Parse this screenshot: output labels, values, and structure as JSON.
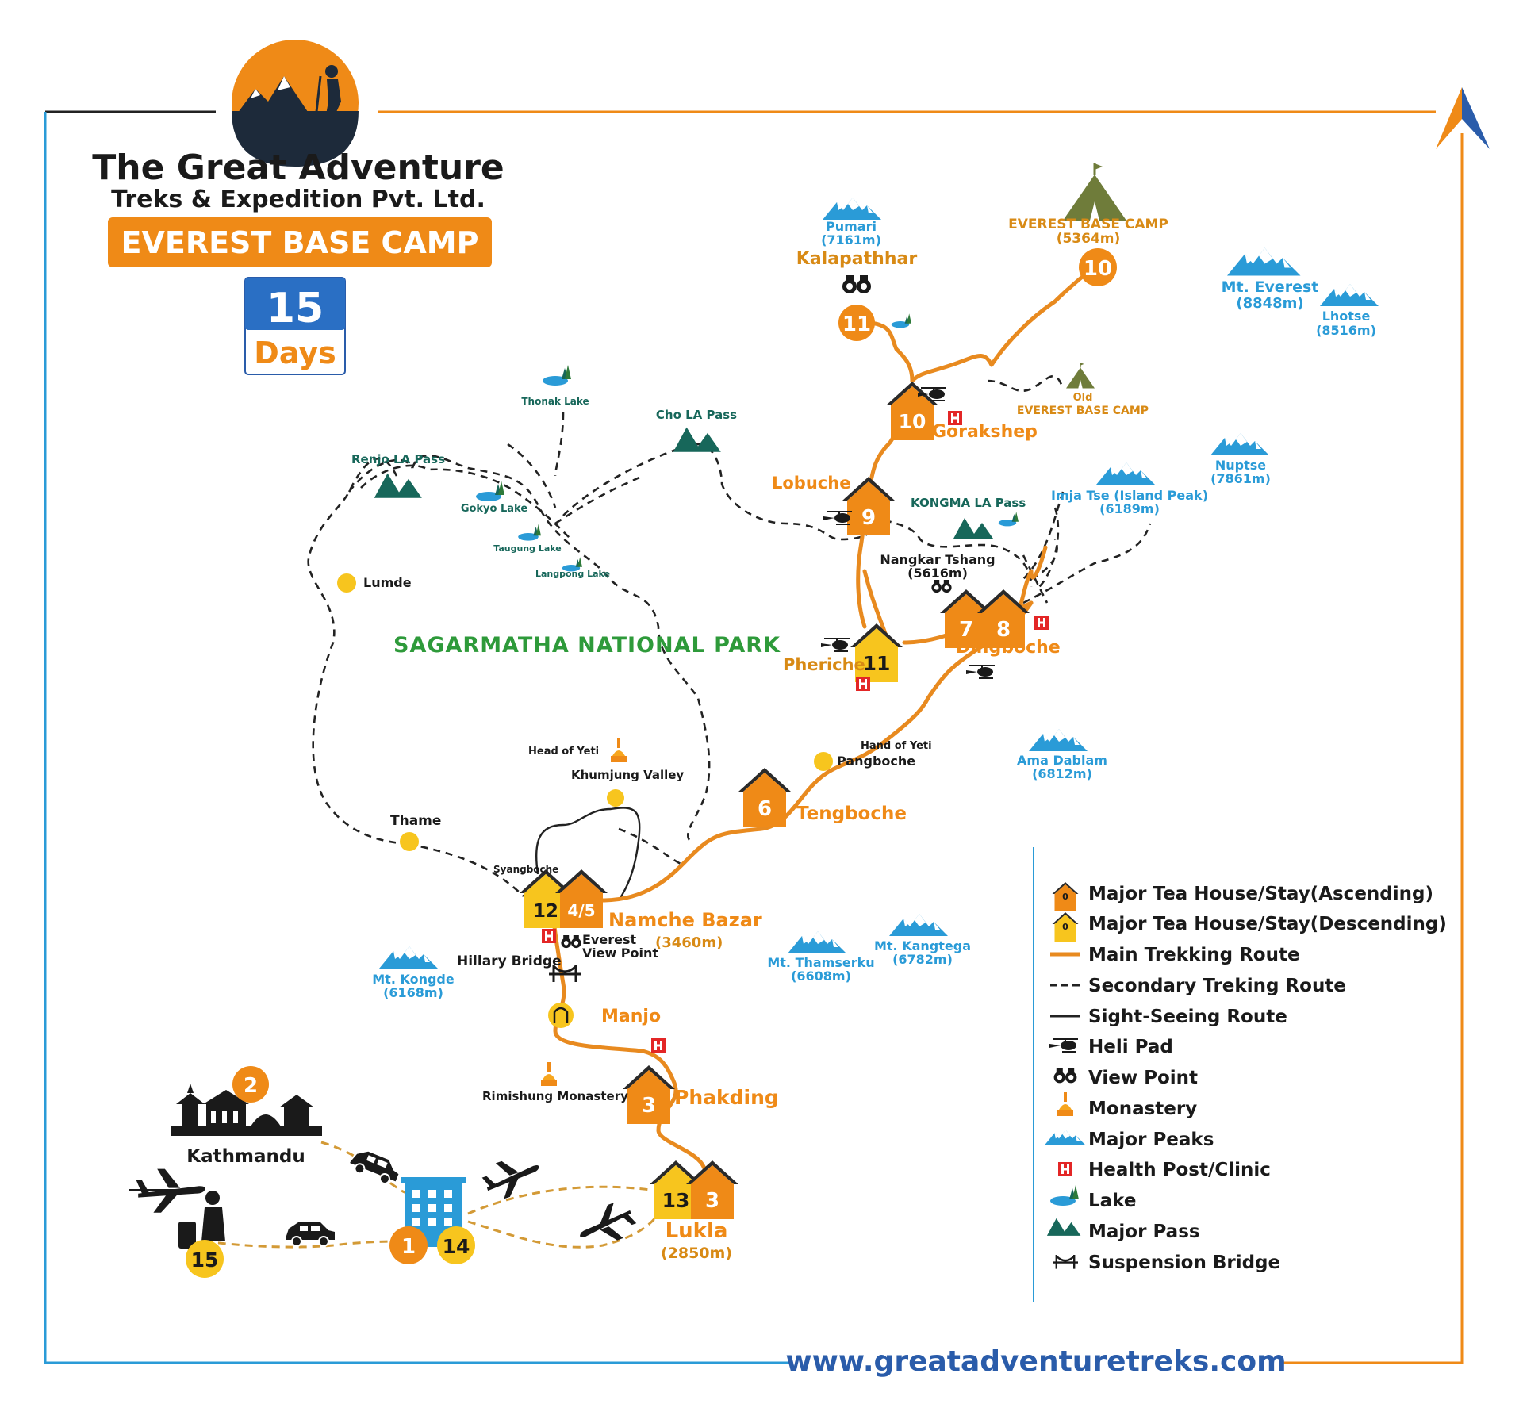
{
  "brand": {
    "name_line1": "The Great Adventure",
    "name_line2": "Treks & Expedition Pvt. Ltd.",
    "banner": "EVEREST BASE CAMP",
    "duration_number": "15",
    "duration_unit": "Days",
    "website": "www.greatadventuretreks.com"
  },
  "park_label": "SAGARMATHA NATIONAL PARK",
  "stops": {
    "kathmandu": "Kathmandu",
    "lukla": "Lukla",
    "lukla_alt": "(2850m)",
    "phakding": "Phakding",
    "manjo": "Manjo",
    "namche": "Namche Bazar",
    "namche_alt": "(3460m)",
    "tengboche": "Tengboche",
    "pangboche": "Pangboche",
    "pheriche": "Pheriche",
    "dingboche": "Dingboche",
    "lobuche": "Lobuche",
    "gorakshep": "Gorakshep",
    "kalapathhar": "Kalapathhar",
    "ebc_line1": "EVEREST BASE CAMP",
    "ebc_line2": "(5364m)",
    "old_ebc_line1": "Old",
    "old_ebc_line2": "EVEREST BASE CAMP",
    "thame": "Thame",
    "lumde": "Lumde",
    "syangboche": "Syangboche",
    "khumjung": "Khumjung Valley",
    "head_of_yeti": "Head of Yeti",
    "hand_of_yeti": "Hand of Yeti",
    "hillary_bridge": "Hillary Bridge",
    "everest_view_line1": "Everest",
    "everest_view_line2": "View Point",
    "rimishung": "Rimishung Monastery",
    "nangkar_line1": "Nangkar Tshang",
    "nangkar_line2": "(5616m)"
  },
  "day_badges": {
    "kathmandu": "2",
    "airport_asc": "1",
    "airport_desc": "14",
    "departure": "15",
    "lukla_desc": "13",
    "lukla_asc": "3",
    "phakding": "3",
    "namche_desc": "12",
    "namche_asc": "4/5",
    "tengboche": "6",
    "pheriche": "11",
    "dingboche_a": "7",
    "dingboche_b": "8",
    "lobuche": "9",
    "gorakshep": "10",
    "kalapathhar": "11",
    "ebc": "10"
  },
  "lakes": {
    "thonak": "Thonak Lake",
    "gokyo": "Gokyo Lake",
    "taugung": "Taugung Lake",
    "langpong": "Langpong Lake"
  },
  "passes": {
    "renjo": "Renjo LA Pass",
    "cho": "Cho LA Pass",
    "kongma": "KONGMA LA Pass"
  },
  "peaks": [
    {
      "name": "Pumari",
      "alt": "(7161m)"
    },
    {
      "name": "Mt. Everest",
      "alt": "(8848m)"
    },
    {
      "name": "Lhotse",
      "alt": "(8516m)"
    },
    {
      "name": "Nuptse",
      "alt": "(7861m)"
    },
    {
      "name": "Imja Tse (Island Peak)",
      "alt": "(6189m)"
    },
    {
      "name": "Ama Dablam",
      "alt": "(6812m)"
    },
    {
      "name": "Mt. Kangtega",
      "alt": "(6782m)"
    },
    {
      "name": "Mt. Thamserku",
      "alt": "(6608m)"
    },
    {
      "name": "Mt. Kongde",
      "alt": "(6168m)"
    }
  ],
  "legend": {
    "badge_digit": "0",
    "items": [
      {
        "icon": "teahouse-ascending-icon",
        "label": "Major Tea House/Stay(Ascending)"
      },
      {
        "icon": "teahouse-descending-icon",
        "label": "Major Tea House/Stay(Descending)"
      },
      {
        "icon": "main-route-icon",
        "label": "Main Trekking Route"
      },
      {
        "icon": "secondary-route-icon",
        "label": "Secondary Treking Route"
      },
      {
        "icon": "sightseeing-route-icon",
        "label": "Sight-Seeing Route"
      },
      {
        "icon": "helicopter-icon",
        "label": "Heli Pad"
      },
      {
        "icon": "binoculars-icon",
        "label": "View Point"
      },
      {
        "icon": "monastery-icon",
        "label": "Monastery"
      },
      {
        "icon": "peak-icon",
        "label": "Major Peaks"
      },
      {
        "icon": "health-post-icon",
        "label": "Health Post/Clinic"
      },
      {
        "icon": "lake-icon",
        "label": "Lake"
      },
      {
        "icon": "pass-icon",
        "label": "Major Pass"
      },
      {
        "icon": "bridge-icon",
        "label": "Suspension Bridge"
      }
    ]
  },
  "health_symbol": "H",
  "colors": {
    "orange": "#ef8a17",
    "blue": "#2a9bd7",
    "teal": "#17675a",
    "yellow": "#f7c51e",
    "green": "#2e9a3a",
    "dark": "#1a1a1a"
  }
}
